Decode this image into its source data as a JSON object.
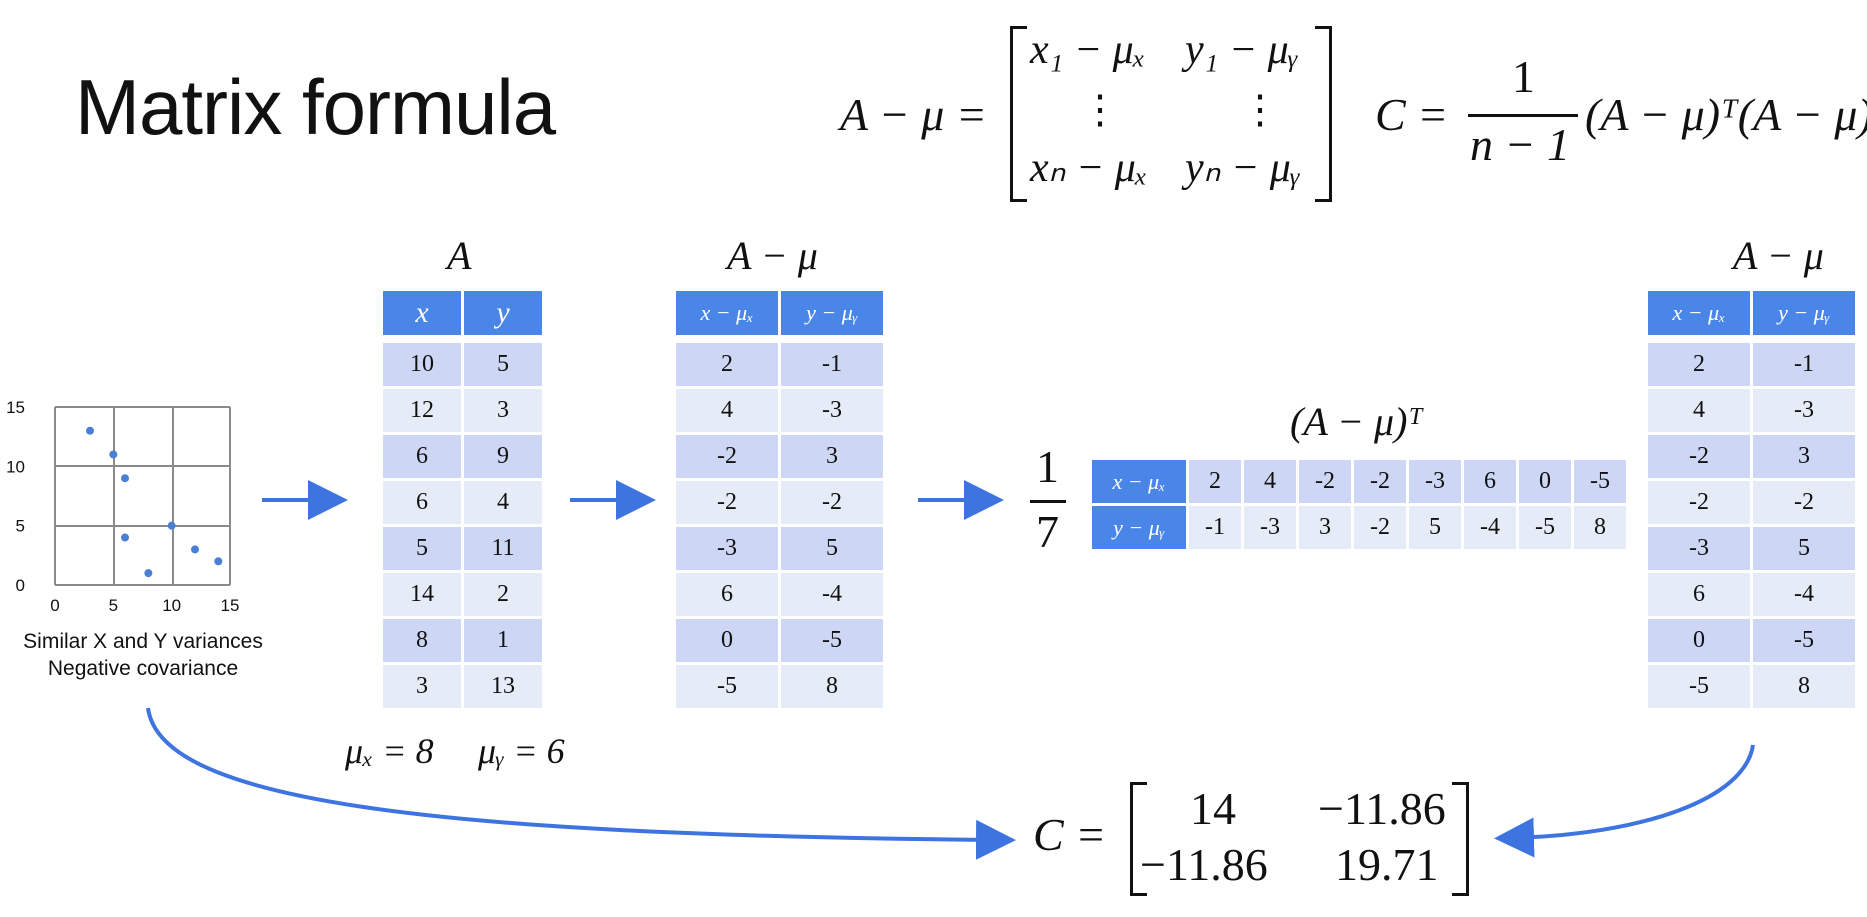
{
  "title": "Matrix formula",
  "formula_deviation": {
    "lhs": "A − μ =",
    "r1c1": "x₁ − μₓ",
    "r1c2": "y₁ − μᵧ",
    "vdots": "⋮",
    "rnc1": "xₙ − μₓ",
    "rnc2": "yₙ − μᵧ"
  },
  "formula_covariance": {
    "lhs": "C =",
    "numerator": "1",
    "denominator": "n − 1",
    "rhs": "(A − μ)ᵀ(A − μ)"
  },
  "scatter": {
    "caption_line1": "Similar X and Y variances",
    "caption_line2": "Negative covariance",
    "x_ticks": [
      "0",
      "5",
      "10",
      "15"
    ],
    "y_ticks": [
      "0",
      "5",
      "10",
      "15"
    ],
    "point_color": "#4a7fd6",
    "points": [
      [
        10,
        5
      ],
      [
        12,
        3
      ],
      [
        6,
        9
      ],
      [
        6,
        4
      ],
      [
        5,
        11
      ],
      [
        14,
        2
      ],
      [
        8,
        1
      ],
      [
        3,
        13
      ]
    ]
  },
  "table_A": {
    "label": "A",
    "headers": [
      "x",
      "y"
    ],
    "rows": [
      [
        "10",
        "5"
      ],
      [
        "12",
        "3"
      ],
      [
        "6",
        "9"
      ],
      [
        "6",
        "4"
      ],
      [
        "5",
        "11"
      ],
      [
        "14",
        "2"
      ],
      [
        "8",
        "1"
      ],
      [
        "3",
        "13"
      ]
    ]
  },
  "means": {
    "mu_x": "μₓ = 8",
    "mu_y": "μᵧ = 6"
  },
  "table_Amu": {
    "label": "A − μ",
    "headers": [
      "x − μₓ",
      "y − μᵧ"
    ],
    "rows": [
      [
        "2",
        "-1"
      ],
      [
        "4",
        "-3"
      ],
      [
        "-2",
        "3"
      ],
      [
        "-2",
        "-2"
      ],
      [
        "-3",
        "5"
      ],
      [
        "6",
        "-4"
      ],
      [
        "0",
        "-5"
      ],
      [
        "-5",
        "8"
      ]
    ]
  },
  "transpose": {
    "label": "(A − μ)ᵀ",
    "factor_num": "1",
    "factor_den": "7",
    "row_headers": [
      "x − μₓ",
      "y − μᵧ"
    ],
    "rows": [
      [
        "2",
        "4",
        "-2",
        "-2",
        "-3",
        "6",
        "0",
        "-5"
      ],
      [
        "-1",
        "-3",
        "3",
        "-2",
        "5",
        "-4",
        "-5",
        "8"
      ]
    ]
  },
  "table_Amu_right": {
    "label": "A − μ",
    "headers": [
      "x − μₓ",
      "y − μᵧ"
    ],
    "rows": [
      [
        "2",
        "-1"
      ],
      [
        "4",
        "-3"
      ],
      [
        "-2",
        "3"
      ],
      [
        "-2",
        "-2"
      ],
      [
        "-3",
        "5"
      ],
      [
        "6",
        "-4"
      ],
      [
        "0",
        "-5"
      ],
      [
        "-5",
        "8"
      ]
    ]
  },
  "result": {
    "lhs": "C =",
    "matrix": [
      [
        "14",
        "−11.86"
      ],
      [
        "−11.86",
        "19.71"
      ]
    ]
  },
  "colors": {
    "accent": "#4a86e8",
    "row_dark": "#cdd7f5",
    "row_light": "#e6ebf8",
    "arrow": "#3d74e0"
  }
}
